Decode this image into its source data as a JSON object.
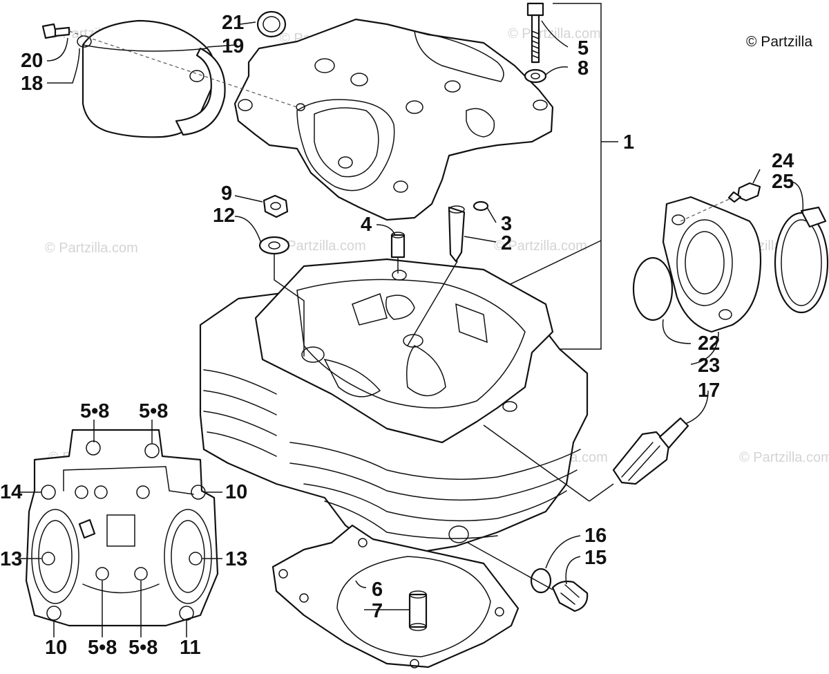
{
  "copyright": "© Partzilla",
  "watermark": "© Partzilla.com",
  "callouts": {
    "c1": "1",
    "c2": "2",
    "c3": "3",
    "c4": "4",
    "c5": "5",
    "c6": "6",
    "c7": "7",
    "c8": "8",
    "c9": "9",
    "c10a": "10",
    "c10b": "10",
    "c11": "11",
    "c12": "12",
    "c13a": "13",
    "c13b": "13",
    "c14": "14",
    "c15": "15",
    "c16": "16",
    "c17": "17",
    "c18": "18",
    "c19": "19",
    "c20": "20",
    "c21": "21",
    "c22": "22",
    "c23": "23",
    "c24": "24",
    "c25": "25",
    "c58a": "5•8",
    "c58b": "5•8",
    "c58c": "5•8",
    "c58d": "5•8"
  }
}
